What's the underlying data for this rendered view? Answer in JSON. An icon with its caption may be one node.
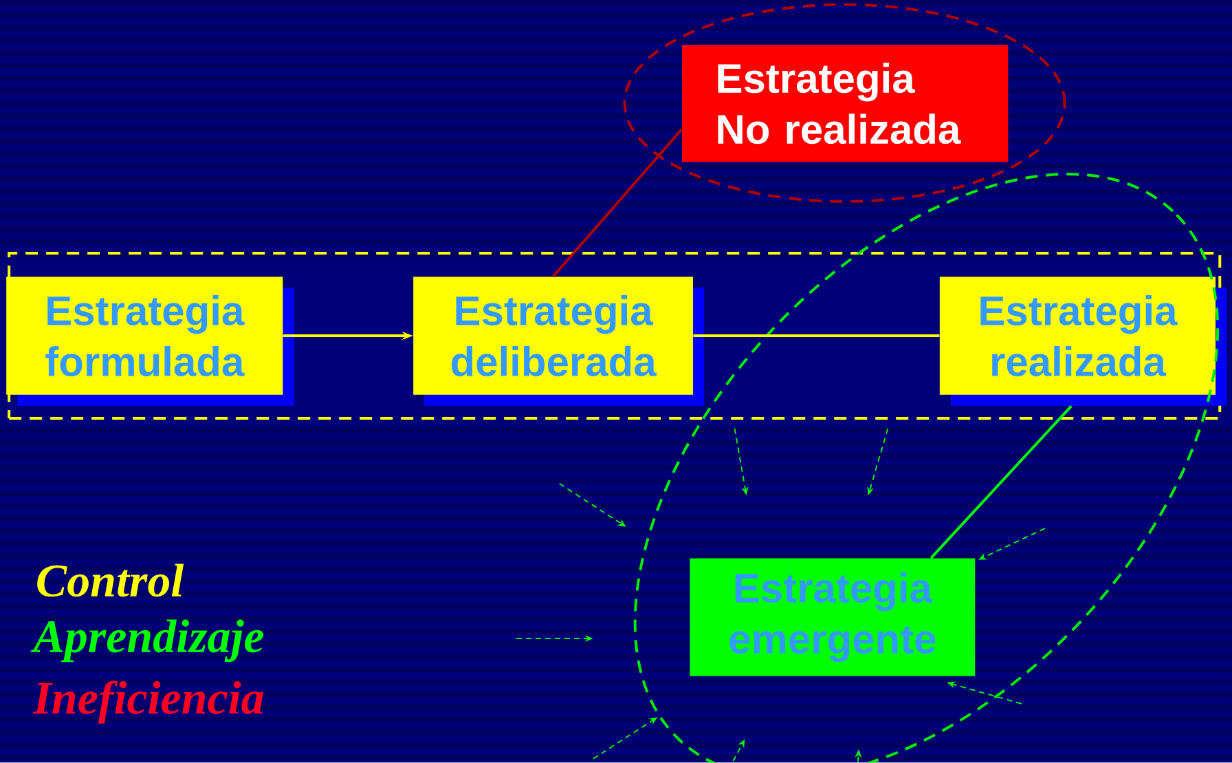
{
  "diagram": {
    "nodes": [
      {
        "text": [],
        "shape": "ellipse"
      },
      {
        "text": [
          "Estrategia No realizada"
        ],
        "in": 0
      },
      {
        "text": [],
        "shape": "box"
      },
      {
        "text": [
          "Estrategia formulada"
        ],
        "in": 2
      },
      {
        "text": [
          "Estrategia deliberada"
        ],
        "in": 2
      },
      {
        "text": [
          "Estrategia realizada"
        ]
      },
      {
        "text": [],
        "shape": "ellipse"
      },
      {
        "text": [
          "Estrategia emergente"
        ],
        "in": 6
      }
    ],
    "edges": [
      {
        "from": 3,
        "to": 4,
        "arrow": "to",
        "color": "#ffff00"
      },
      {
        "from": 4,
        "to": 5,
        "arrow": "none",
        "color": "#ffff00"
      },
      {
        "from": 4,
        "to": 1,
        "arrow": "none",
        "color": "#b00000"
      },
      {
        "from": 5,
        "to": 7,
        "arrow": "none",
        "color": "#00ff00"
      }
    ],
    "legend": [
      {
        "text": "Control",
        "color": "#ffff00"
      },
      {
        "text": "Aprendizaje",
        "color": "#00ff00"
      },
      {
        "text": "Ineficiencia",
        "color": "#ff0022"
      }
    ]
  }
}
